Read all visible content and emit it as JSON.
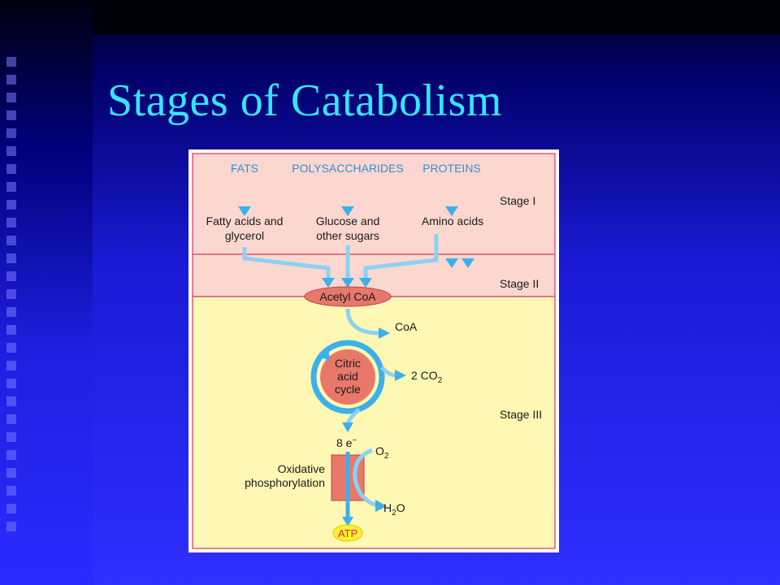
{
  "slide": {
    "title": "Stages of Catabolism"
  },
  "diagram": {
    "sources": [
      "FATS",
      "POLYSACCHARIDES",
      "PROTEINS"
    ],
    "products": {
      "fatty_acids_line1": "Fatty acids and",
      "fatty_acids_line2": "glycerol",
      "glucose_line1": "Glucose and",
      "glucose_line2": "other sugars",
      "amino_acids": "Amino acids"
    },
    "stages": [
      "Stage I",
      "Stage II",
      "Stage III"
    ],
    "acetyl_coa": "Acetyl CoA",
    "coa": "CoA",
    "cycle_line1": "Citric",
    "cycle_line2": "acid",
    "cycle_line3": "cycle",
    "co2_prefix": "2 CO",
    "co2_sub": "2",
    "electrons": "8 e",
    "electrons_sup": "−",
    "o2": "O",
    "o2_sub": "2",
    "oxphos_line1": "Oxidative",
    "oxphos_line2": "phosphorylation",
    "h2o_h": "H",
    "h2o_sub": "2",
    "h2o_o": "O",
    "atp": "ATP"
  },
  "colors": {
    "title": "#33e6ff",
    "stage12_bg": "#fcd7cf",
    "stage3_bg": "#fff8b4",
    "border": "#d75c7a",
    "arrow": "#3bb0ea",
    "node_fill": "#e8786a",
    "atp_fill": "#fff230"
  }
}
